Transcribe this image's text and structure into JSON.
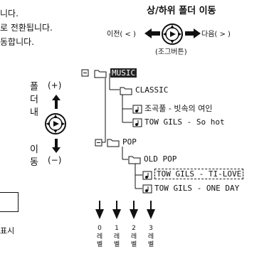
{
  "left_text": {
    "line1": "니다.",
    "line2": "로 전환됩니다.",
    "line3": "동합니다."
  },
  "top": {
    "title": "상/하위 폴더 이동",
    "prev": "이전( < )",
    "next": "다음( > )",
    "joy": "(조그버튼)"
  },
  "vertical": {
    "word1": "폴\n더\n내",
    "word2": "이\n동",
    "plus": "(+)",
    "minus": "(−)"
  },
  "tree": {
    "root": "MUSIC",
    "classic": "CLASSIC",
    "song1": "조곡풀 - 빗속의 여인",
    "song2": "TOW GILS - So hot",
    "pop": "POP",
    "oldpop": "OLD POP",
    "song3": "TOW GILS - TI-LOVE",
    "song4": "TOW GILS - ONE DAY"
  },
  "levels": [
    {
      "num": "0",
      "label": "레\n벨"
    },
    {
      "num": "1",
      "label": "레\n벨"
    },
    {
      "num": "2",
      "label": "레\n벨"
    },
    {
      "num": "3",
      "label": "레\n벨"
    }
  ],
  "bottom_left": "표시",
  "colors": {
    "ink": "#111111"
  }
}
